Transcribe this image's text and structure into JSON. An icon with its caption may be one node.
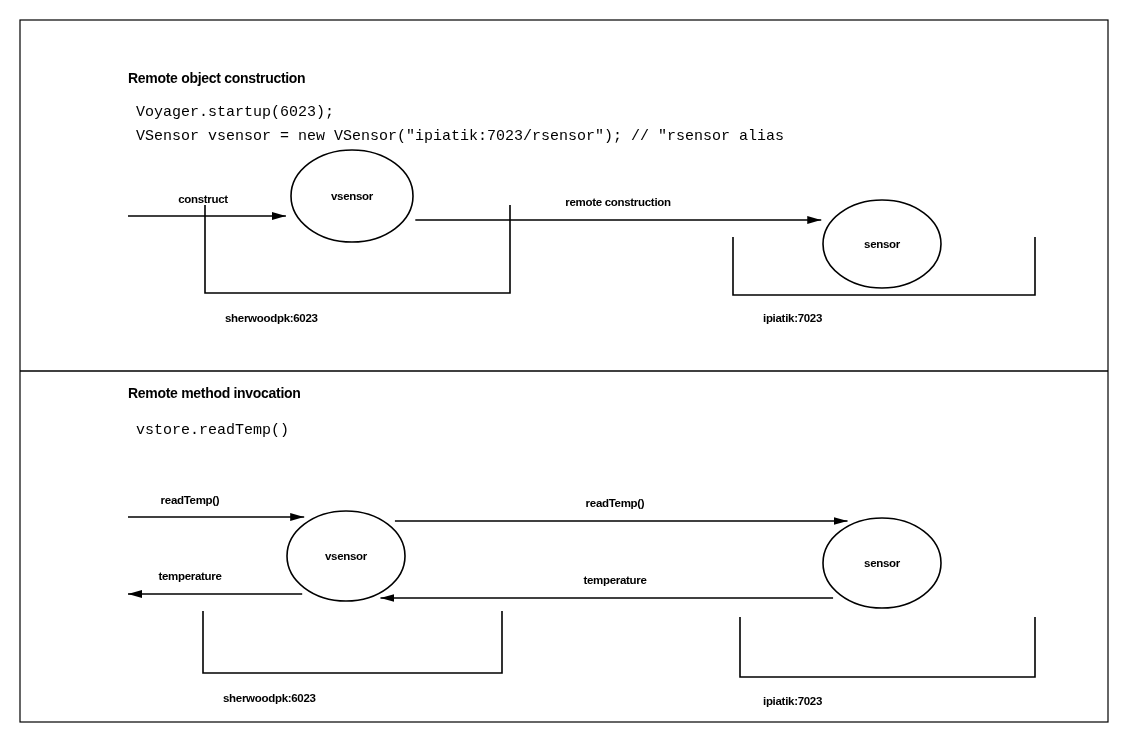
{
  "diagram": {
    "nodes": [
      {
        "text": [
          "sherwoodpk:6023"
        ]
      },
      {
        "text": [
          "vsensor"
        ],
        "in": 0
      },
      {
        "text": [
          "ipiatik:7023"
        ]
      },
      {
        "text": [
          "sensor"
        ],
        "in": 2
      },
      {
        "text": [
          "sherwoodpk:6023"
        ]
      },
      {
        "text": [
          "vsensor"
        ],
        "in": 4
      },
      {
        "text": [
          "ipiatik:7023"
        ]
      },
      {
        "text": [
          "sensor"
        ],
        "in": 6
      }
    ],
    "edges": [
      {
        "from": null,
        "to": 1,
        "arrow": "to",
        "label": "construct"
      },
      {
        "from": 1,
        "to": 3,
        "arrow": "to",
        "label": "remote construction"
      },
      {
        "from": null,
        "to": 5,
        "arrow": "to",
        "label": "readTemp()"
      },
      {
        "from": 5,
        "to": null,
        "arrow": "to",
        "label": "temperature"
      },
      {
        "from": 5,
        "to": 7,
        "arrow": "to",
        "label": "readTemp()"
      },
      {
        "from": 7,
        "to": 5,
        "arrow": "to",
        "label": "temperature"
      }
    ],
    "labels": [
      "Remote object construction",
      "Voyager.startup(6023);",
      "VSensor vsensor = new VSensor(\"ipiatik:7023/rsensor\"); // \"rsensor alias",
      "Remote method invocation",
      "vstore.readTemp()"
    ]
  }
}
